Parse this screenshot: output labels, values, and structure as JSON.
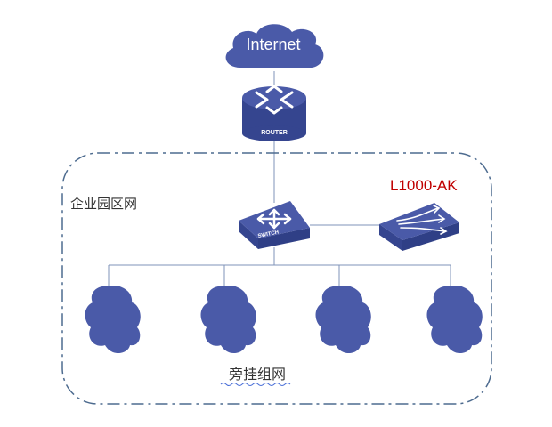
{
  "internet": {
    "label": "Internet"
  },
  "router": {
    "label": "ROUTER"
  },
  "switch": {
    "label": "SWITCH"
  },
  "device": {
    "label": "L1000-AK"
  },
  "zone": {
    "label": "企业园区网"
  },
  "bottom": {
    "label": "旁挂组网"
  },
  "colors": {
    "node_fill": "#4a5aa8",
    "node_dark": "#35458f",
    "line": "#7f93b8",
    "border": "#4d6b8f",
    "device_label": "#c00000",
    "text": "#333333"
  }
}
